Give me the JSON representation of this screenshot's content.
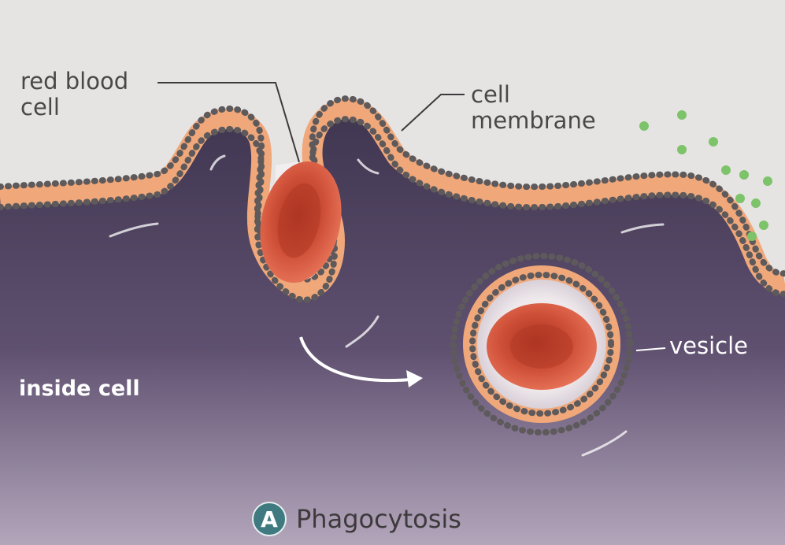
{
  "labels": {
    "red_blood_cell": "red blood cell",
    "cell_membrane": "cell membrane",
    "vesicle": "vesicle",
    "inside_cell": "inside cell"
  },
  "caption": {
    "badge": "A",
    "title": "Phagocytosis"
  },
  "colors": {
    "cytoplasm_top": "#4a4157",
    "cytoplasm_bottom": "#9a8aa3",
    "outside": "#e6e4e3",
    "membrane_band": "#f0a87a",
    "membrane_heads": "#5e5a5c",
    "red_blood_cell": "#c94a35",
    "green_particles": "#7cc36a",
    "badge": "#3f7a80"
  }
}
